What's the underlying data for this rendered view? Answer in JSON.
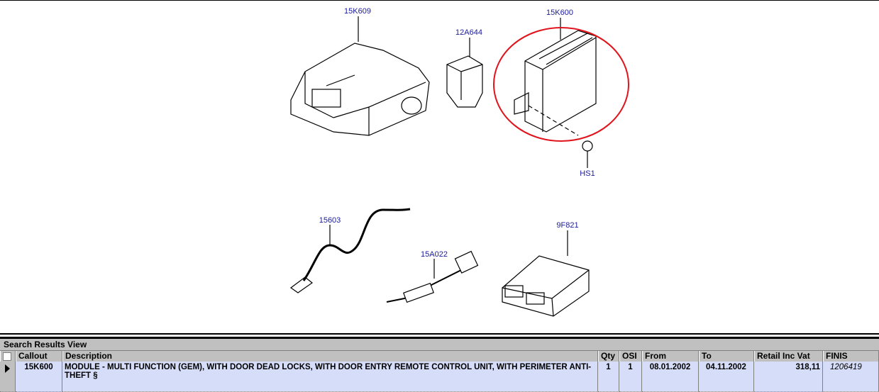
{
  "diagram": {
    "callouts": [
      "15K609",
      "12A644",
      "15K600",
      "HS1",
      "15603",
      "15A022",
      "9F821"
    ],
    "highlight_color": "#e0141c"
  },
  "panel": {
    "title": "Search Results View"
  },
  "table": {
    "columns": [
      "Callout",
      "Description",
      "Qty",
      "OSI",
      "From",
      "To",
      "Retail Inc Vat",
      "FINIS"
    ],
    "rows": [
      {
        "callout": "15K600",
        "description": "MODULE - MULTI FUNCTION (GEM), WITH DOOR DEAD LOCKS, WITH DOOR ENTRY REMOTE CONTROL UNIT, WITH PERIMETER ANTI-THEFT §",
        "qty": "1",
        "osi": "1",
        "from": "08.01.2002",
        "to": "04.11.2002",
        "retail": "318,11",
        "finis": "1206419"
      }
    ]
  }
}
